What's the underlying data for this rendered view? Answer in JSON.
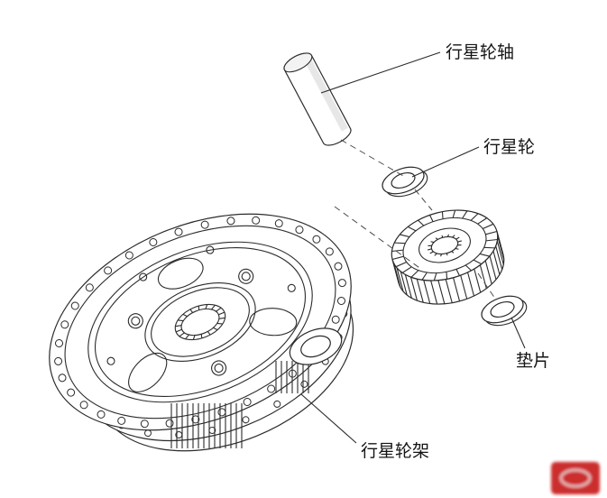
{
  "diagram": {
    "type": "exploded-view-technical-drawing",
    "subject": "planetary-gear-assembly",
    "labels": {
      "shaft": "行星轮轴",
      "planet_gear": "行星轮",
      "shim": "垫片",
      "carrier": "行星轮架"
    },
    "colors": {
      "line": "#2b2b2b",
      "background": "#ffffff",
      "watermark_red": "#c81e1e"
    }
  }
}
